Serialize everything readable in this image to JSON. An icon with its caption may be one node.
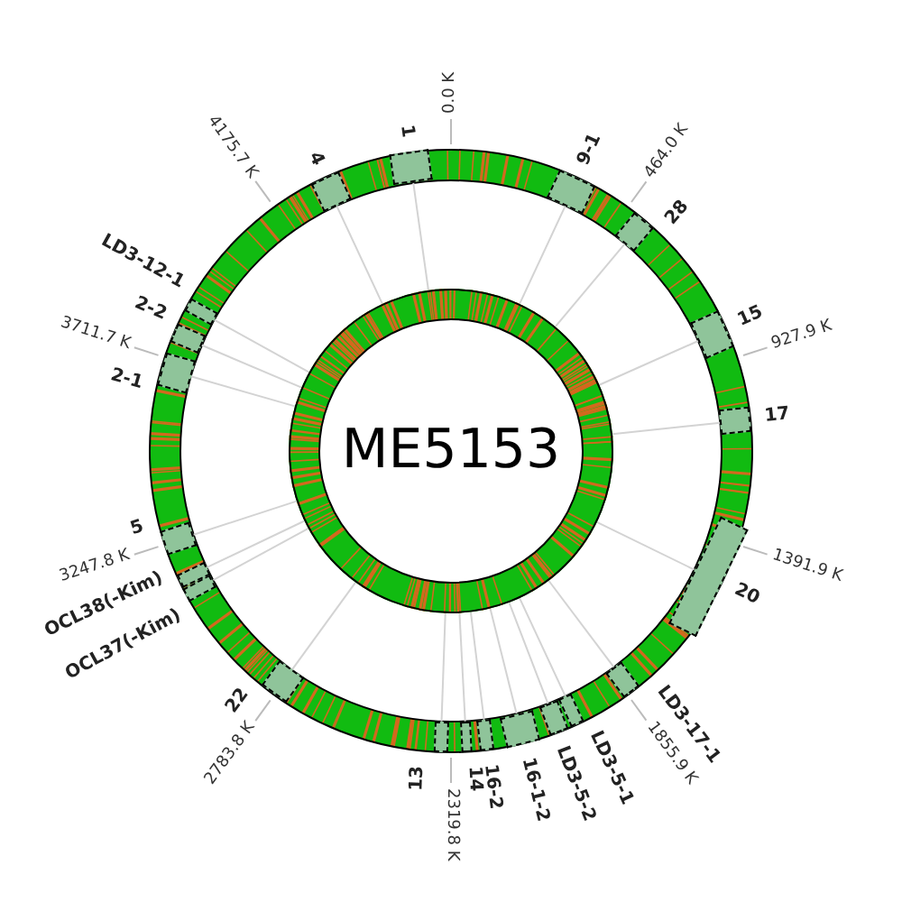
{
  "diagram": {
    "nodes": [
      {
        "text": [
          "ME5153"
        ]
      },
      {
        "text": [
          "9-1"
        ]
      },
      {
        "text": [
          "28"
        ]
      },
      {
        "text": [
          "15"
        ]
      },
      {
        "text": [
          "17"
        ]
      },
      {
        "text": [
          "20"
        ]
      },
      {
        "text": [
          "LD3-17-1"
        ]
      },
      {
        "text": [
          "LD3-5-1"
        ]
      },
      {
        "text": [
          "LD3-5-2"
        ]
      },
      {
        "text": [
          "16-1-2"
        ]
      },
      {
        "text": [
          "16-2"
        ]
      },
      {
        "text": [
          "14"
        ]
      },
      {
        "text": [
          "13"
        ]
      },
      {
        "text": [
          "22"
        ]
      },
      {
        "text": [
          "OCL37(-Kim)"
        ]
      },
      {
        "text": [
          "OCL38(-Kim)"
        ]
      },
      {
        "text": [
          "5"
        ]
      },
      {
        "text": [
          "2-1"
        ]
      },
      {
        "text": [
          "2-2"
        ]
      },
      {
        "text": [
          "LD3-12-1"
        ]
      },
      {
        "text": [
          "4"
        ]
      },
      {
        "text": [
          "1"
        ]
      }
    ],
    "edges": [
      {
        "from": 0,
        "to": 1,
        "arrow": "none"
      },
      {
        "from": 0,
        "to": 2,
        "arrow": "none"
      },
      {
        "from": 0,
        "to": 3,
        "arrow": "none"
      },
      {
        "from": 0,
        "to": 4,
        "arrow": "none"
      },
      {
        "from": 0,
        "to": 5,
        "arrow": "none"
      },
      {
        "from": 0,
        "to": 6,
        "arrow": "none"
      },
      {
        "from": 0,
        "to": 7,
        "arrow": "none"
      },
      {
        "from": 0,
        "to": 8,
        "arrow": "none"
      },
      {
        "from": 0,
        "to": 9,
        "arrow": "none"
      },
      {
        "from": 0,
        "to": 10,
        "arrow": "none"
      },
      {
        "from": 0,
        "to": 11,
        "arrow": "none"
      },
      {
        "from": 0,
        "to": 12,
        "arrow": "none"
      },
      {
        "from": 0,
        "to": 13,
        "arrow": "none"
      },
      {
        "from": 0,
        "to": 14,
        "arrow": "none"
      },
      {
        "from": 0,
        "to": 15,
        "arrow": "none"
      },
      {
        "from": 0,
        "to": 16,
        "arrow": "none"
      },
      {
        "from": 0,
        "to": 17,
        "arrow": "none"
      },
      {
        "from": 0,
        "to": 18,
        "arrow": "none"
      },
      {
        "from": 0,
        "to": 19,
        "arrow": "none"
      },
      {
        "from": 0,
        "to": 20,
        "arrow": "none"
      },
      {
        "from": 0,
        "to": 21,
        "arrow": "none"
      }
    ],
    "labels": [
      "0.0 K",
      "464.0 K",
      "927.9 K",
      "1391.9 K",
      "1855.9 K",
      "2319.8 K",
      "2783.8 K",
      "3247.8 K",
      "3711.7 K",
      "4175.7 K"
    ]
  }
}
